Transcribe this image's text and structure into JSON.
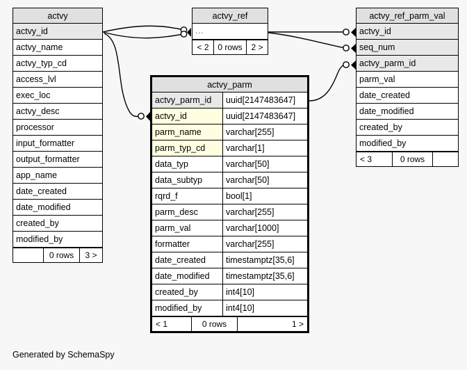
{
  "diagram": {
    "caption": "Generated by SchemaSpy",
    "background_color": "#f7f7f7",
    "header_color": "#e0e0e0",
    "key_row_color": "#e8e8e8",
    "index_row_color": "#fffee0",
    "line_color": "#000000"
  },
  "tables": {
    "actvy": {
      "title": "actvy",
      "rows": [
        {
          "name": "actvy_id",
          "type": "",
          "style": "key"
        },
        {
          "name": "actvy_name",
          "type": "",
          "style": "plain"
        },
        {
          "name": "actvy_typ_cd",
          "type": "",
          "style": "plain"
        },
        {
          "name": "access_lvl",
          "type": "",
          "style": "plain"
        },
        {
          "name": "exec_loc",
          "type": "",
          "style": "plain"
        },
        {
          "name": "actvy_desc",
          "type": "",
          "style": "plain"
        },
        {
          "name": "processor",
          "type": "",
          "style": "plain"
        },
        {
          "name": "input_formatter",
          "type": "",
          "style": "plain"
        },
        {
          "name": "output_formatter",
          "type": "",
          "style": "plain"
        },
        {
          "name": "app_name",
          "type": "",
          "style": "plain"
        },
        {
          "name": "date_created",
          "type": "",
          "style": "plain"
        },
        {
          "name": "date_modified",
          "type": "",
          "style": "plain"
        },
        {
          "name": "created_by",
          "type": "",
          "style": "plain"
        },
        {
          "name": "modified_by",
          "type": "",
          "style": "plain"
        }
      ],
      "footer": {
        "prev": "",
        "rows": "0 rows",
        "next": "3 >"
      }
    },
    "actvy_ref": {
      "title": "actvy_ref",
      "rows": [
        {
          "name": "...",
          "type": "",
          "style": "ellipsis"
        }
      ],
      "footer": {
        "prev": "< 2",
        "rows": "0 rows",
        "next": "2 >"
      }
    },
    "actvy_ref_parm_val": {
      "title": "actvy_ref_parm_val",
      "rows": [
        {
          "name": "actvy_id",
          "type": "",
          "style": "key"
        },
        {
          "name": "seq_num",
          "type": "",
          "style": "key"
        },
        {
          "name": "actvy_parm_id",
          "type": "",
          "style": "key"
        },
        {
          "name": "parm_val",
          "type": "",
          "style": "plain"
        },
        {
          "name": "date_created",
          "type": "",
          "style": "plain"
        },
        {
          "name": "date_modified",
          "type": "",
          "style": "plain"
        },
        {
          "name": "created_by",
          "type": "",
          "style": "plain"
        },
        {
          "name": "modified_by",
          "type": "",
          "style": "plain"
        }
      ],
      "footer": {
        "prev": "< 3",
        "rows": "0 rows",
        "next": ""
      }
    },
    "actvy_parm": {
      "title": "actvy_parm",
      "rows": [
        {
          "name": "actvy_parm_id",
          "type": "uuid[2147483647]",
          "style": "key"
        },
        {
          "name": "actvy_id",
          "type": "uuid[2147483647]",
          "style": "index"
        },
        {
          "name": "parm_name",
          "type": "varchar[255]",
          "style": "index"
        },
        {
          "name": "parm_typ_cd",
          "type": "varchar[1]",
          "style": "index"
        },
        {
          "name": "data_typ",
          "type": "varchar[50]",
          "style": "plain"
        },
        {
          "name": "data_subtyp",
          "type": "varchar[50]",
          "style": "plain"
        },
        {
          "name": "rqrd_f",
          "type": "bool[1]",
          "style": "plain"
        },
        {
          "name": "parm_desc",
          "type": "varchar[255]",
          "style": "plain"
        },
        {
          "name": "parm_val",
          "type": "varchar[1000]",
          "style": "plain"
        },
        {
          "name": "formatter",
          "type": "varchar[255]",
          "style": "plain"
        },
        {
          "name": "date_created",
          "type": "timestamptz[35,6]",
          "style": "plain"
        },
        {
          "name": "date_modified",
          "type": "timestamptz[35,6]",
          "style": "plain"
        },
        {
          "name": "created_by",
          "type": "int4[10]",
          "style": "plain"
        },
        {
          "name": "modified_by",
          "type": "int4[10]",
          "style": "plain"
        }
      ],
      "footer": {
        "prev": "< 1",
        "rows": "0 rows",
        "next": "1 >"
      }
    }
  },
  "relationships": [
    {
      "from": "actvy.actvy_id",
      "to": "actvy_ref",
      "optional": true
    },
    {
      "from": "actvy.actvy_id",
      "to": "actvy_ref",
      "optional": true
    },
    {
      "from": "actvy.actvy_id",
      "to": "actvy_parm.actvy_id",
      "optional": true
    },
    {
      "from": "actvy_ref",
      "to": "actvy_ref_parm_val.actvy_id",
      "optional": true
    },
    {
      "from": "actvy_ref",
      "to": "actvy_ref_parm_val.seq_num",
      "optional": true
    },
    {
      "from": "actvy_parm.actvy_parm_id",
      "to": "actvy_ref_parm_val.actvy_parm_id",
      "optional": true
    }
  ]
}
